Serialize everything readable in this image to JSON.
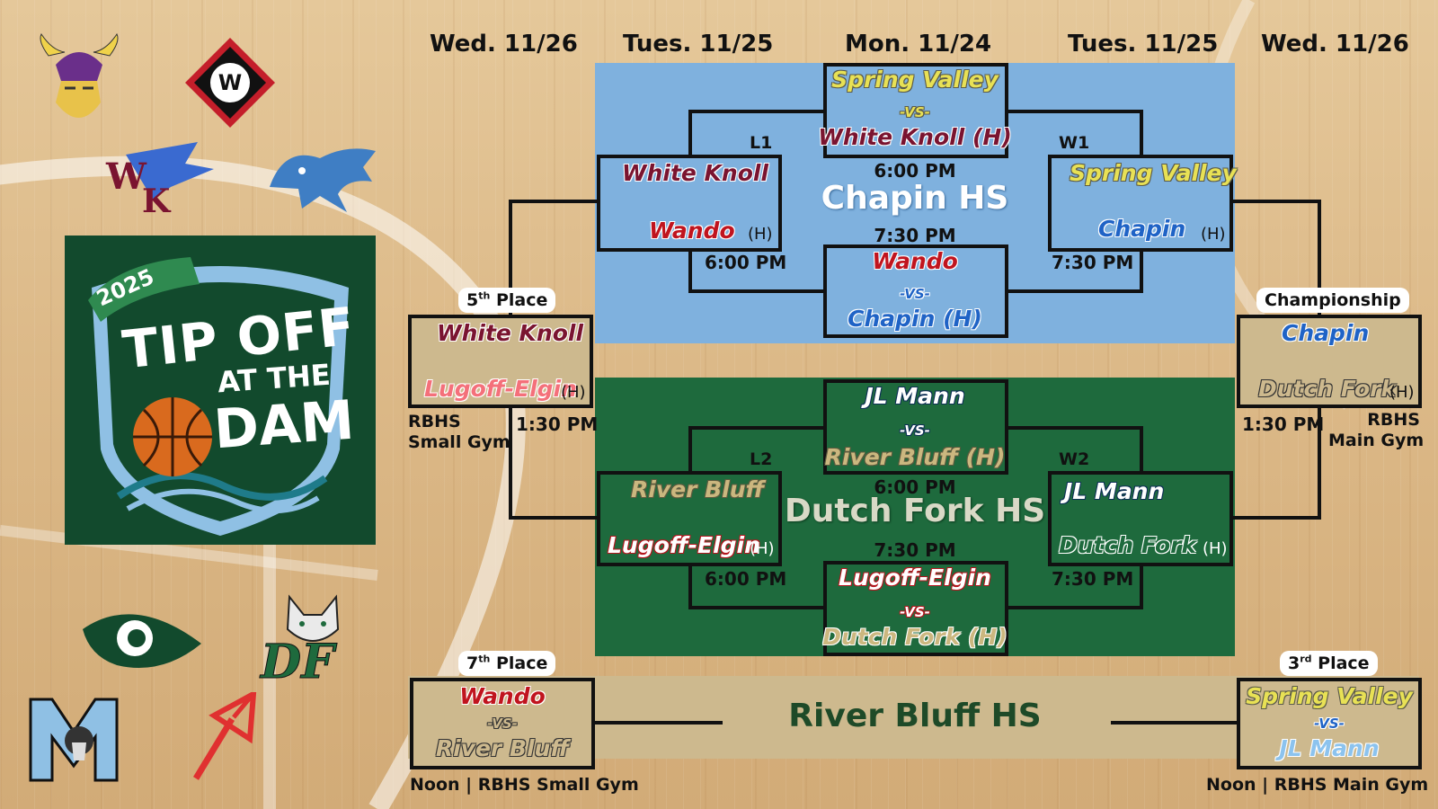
{
  "dates": [
    "Wed. 11/26",
    "Tues. 11/25",
    "Mon. 11/24",
    "Tues. 11/25",
    "Wed. 11/26"
  ],
  "venues": {
    "top": "Chapin HS",
    "middle": "Dutch Fork HS",
    "bottom": "River Bluff HS"
  },
  "labels": {
    "l1": "L1",
    "w1": "W1",
    "l2": "L2",
    "w2": "W2"
  },
  "home_marker": "(H)",
  "vs": "-VS-",
  "logo": {
    "year": "2025",
    "line1": "TIP OFF",
    "line2": "AT THE",
    "line3": "DAM"
  },
  "logos": [
    {
      "name": "vikings-logo"
    },
    {
      "name": "w-diamond-logo"
    },
    {
      "name": "wk-wolf-logo"
    },
    {
      "name": "hawk-logo"
    },
    {
      "name": "eye-logo"
    },
    {
      "name": "df-fox-logo"
    },
    {
      "name": "m-knight-logo"
    },
    {
      "name": "trident-logo"
    }
  ],
  "top": {
    "g1": {
      "team1": "Spring Valley",
      "team2": "White Knoll (H)",
      "time": "6:00 PM"
    },
    "g2": {
      "team1": "Wando",
      "team2": "Chapin (H)",
      "time": "7:30 PM"
    },
    "loser": {
      "team1": "White Knoll",
      "team2": "Wando",
      "time": "6:00 PM"
    },
    "winner": {
      "team1": "Spring Valley",
      "team2": "Chapin",
      "time": "7:30 PM"
    }
  },
  "middle": {
    "g1": {
      "team1": "JL Mann",
      "team2": "River Bluff (H)",
      "time": "6:00 PM"
    },
    "g2": {
      "team1": "Lugoff-Elgin",
      "team2": "Dutch Fork (H)",
      "time": "7:30 PM"
    },
    "loser": {
      "team1": "River Bluff",
      "team2": "Lugoff-Elgin",
      "time": "6:00 PM"
    },
    "winner": {
      "team1": "JL Mann",
      "team2": "Dutch Fork",
      "time": "7:30 PM"
    }
  },
  "fifth": {
    "title": "5th Place",
    "team1": "White Knoll",
    "team2": "Lugoff-Elgin",
    "time": "1:30 PM",
    "gym1": "RBHS",
    "gym2": "Small Gym"
  },
  "championship": {
    "title": "Championship",
    "team1": "Chapin",
    "team2": "Dutch Fork",
    "time": "1:30 PM",
    "gym1": "RBHS",
    "gym2": "Main Gym"
  },
  "seventh": {
    "title": "7th Place",
    "team1": "Wando",
    "team2": "River Bluff",
    "info": "Noon | RBHS Small Gym"
  },
  "third": {
    "title": "3rd Place",
    "team1": "Spring Valley",
    "team2": "JL Mann",
    "info": "Noon | RBHS Main Gym"
  },
  "colors": {
    "blue_panel": "#7fb1de",
    "green_panel": "#1e6a3d",
    "tan_panel": "#cdb98e",
    "logo_green": "#124a2d",
    "logo_light_blue": "#8fc0e4"
  }
}
